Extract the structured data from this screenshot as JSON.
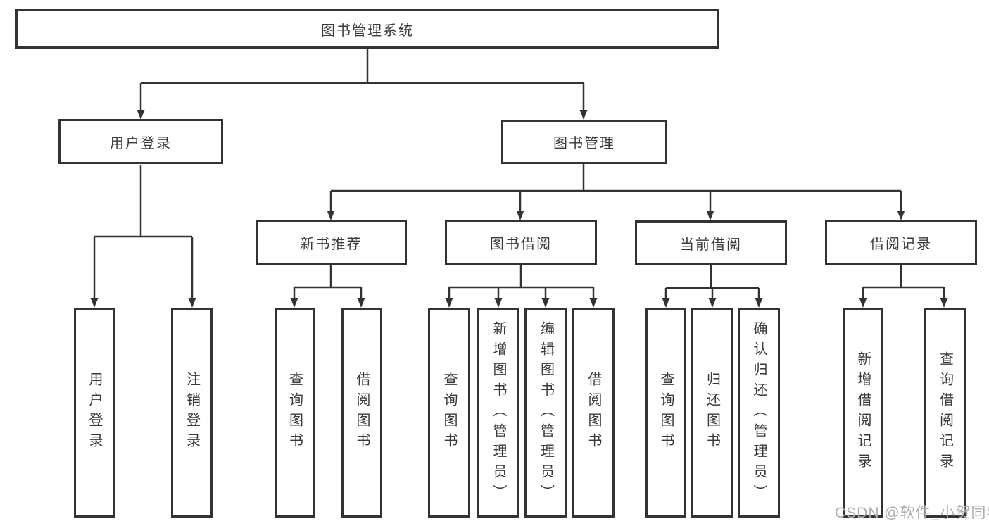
{
  "diagram": {
    "type": "tree-structure-diagram",
    "nodes": {
      "root": "图书管理系统",
      "user_login": "用户登录",
      "book_management": "图书管理",
      "new_book_recommend": "新书推荐",
      "book_borrow": "图书借阅",
      "current_borrow": "当前借阅",
      "borrow_record": "借阅记录",
      "leaves": {
        "user_login": [
          "用户登录",
          "注销登录"
        ],
        "new_book_recommend": [
          "查询图书",
          "借阅图书"
        ],
        "book_borrow": [
          "查询图书",
          "新增图书（管理员）",
          "编辑图书（管理员）",
          "借阅图书"
        ],
        "current_borrow": [
          "查询图书",
          "归还图书",
          "确认归还（管理员）"
        ],
        "borrow_record": [
          "新增借阅记录",
          "查询借阅记录"
        ]
      }
    },
    "edges": [
      {
        "from": "root",
        "to": [
          "user_login",
          "book_management"
        ]
      },
      {
        "from": "user_login",
        "to": [
          "用户登录",
          "注销登录"
        ]
      },
      {
        "from": "book_management",
        "to": [
          "new_book_recommend",
          "book_borrow",
          "current_borrow",
          "borrow_record"
        ]
      },
      {
        "from": "new_book_recommend",
        "to": [
          "查询图书",
          "借阅图书"
        ]
      },
      {
        "from": "book_borrow",
        "to": [
          "查询图书",
          "新增图书（管理员）",
          "编辑图书（管理员）",
          "借阅图书"
        ]
      },
      {
        "from": "current_borrow",
        "to": [
          "查询图书",
          "归还图书",
          "确认归还（管理员）"
        ]
      },
      {
        "from": "borrow_record",
        "to": [
          "新增借阅记录",
          "查询借阅记录"
        ]
      }
    ],
    "colors": {
      "line": "#333333",
      "border": "#333333",
      "text": "#3a3a3a",
      "background": "#ffffff",
      "watermark": "#b3abab"
    },
    "watermark": "CSDN @软件_小贺同学"
  }
}
